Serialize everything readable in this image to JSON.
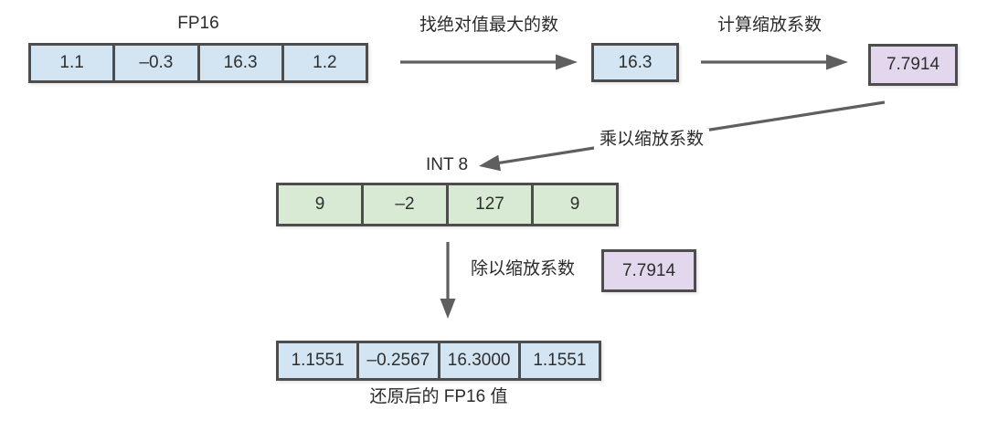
{
  "colors": {
    "cell_blue": "#d3e5f3",
    "cell_green": "#d8e9d4",
    "cell_purple": "#e2d7ec",
    "border": "#4d4d4d",
    "arrow": "#5f5f5f",
    "text": "#2b2b2b"
  },
  "fp16": {
    "label": "FP16",
    "cells": [
      "1.1",
      "–0.3",
      "16.3",
      "1.2"
    ]
  },
  "steps": {
    "find_max": "找绝对值最大的数",
    "compute_scale": "计算缩放系数",
    "multiply_scale": "乘以缩放系数",
    "divide_scale": "除以缩放系数"
  },
  "max_value": "16.3",
  "scale_factor": "7.7914",
  "int8": {
    "label": "INT 8",
    "cells": [
      "9",
      "–2",
      "127",
      "9"
    ]
  },
  "restored": {
    "label": "还原后的 FP16 值",
    "cells": [
      "1.1551",
      "–0.2567",
      "16.3000",
      "1.1551"
    ]
  }
}
